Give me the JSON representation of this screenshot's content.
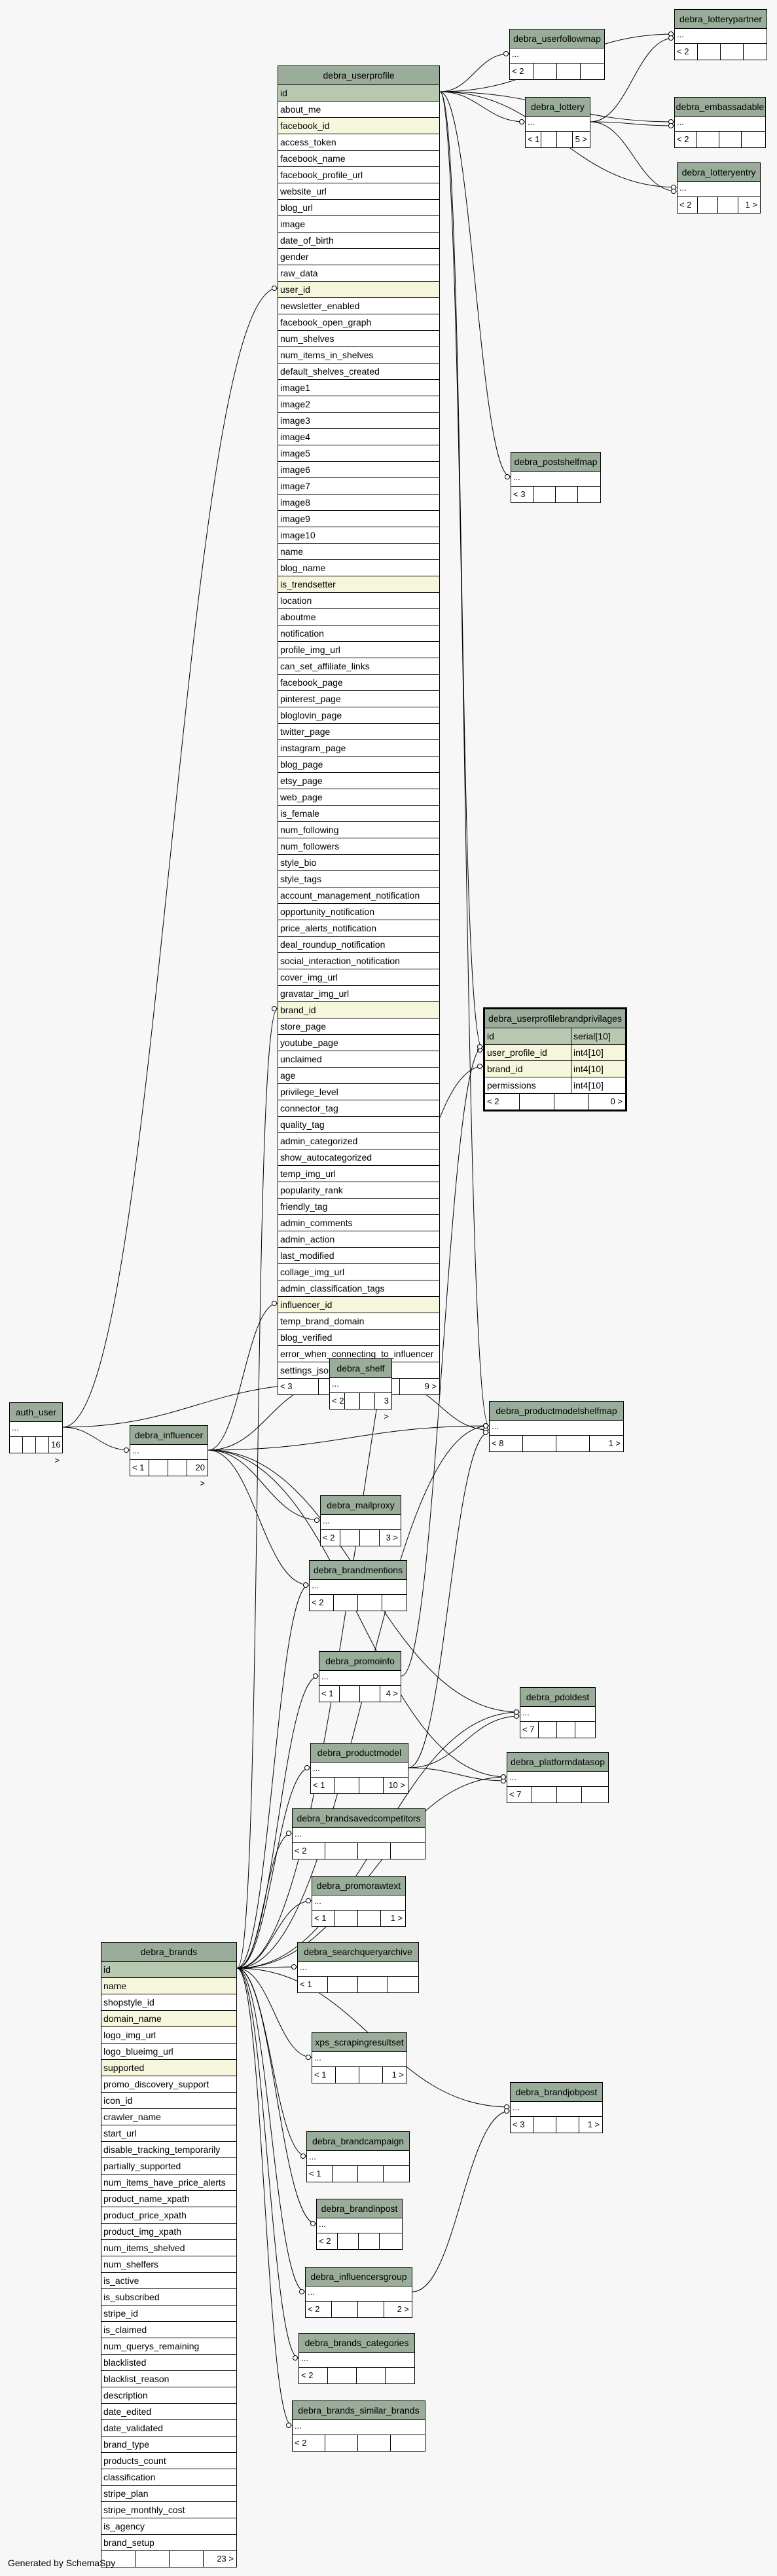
{
  "footer_credit": "Generated by SchemaSpy",
  "tables": {
    "debra_userprofile": {
      "name": "debra_userprofile",
      "columns": [
        "id",
        "about_me",
        "facebook_id",
        "access_token",
        "facebook_name",
        "facebook_profile_url",
        "website_url",
        "blog_url",
        "image",
        "date_of_birth",
        "gender",
        "raw_data",
        "user_id",
        "newsletter_enabled",
        "facebook_open_graph",
        "num_shelves",
        "num_items_in_shelves",
        "default_shelves_created",
        "image1",
        "image2",
        "image3",
        "image4",
        "image5",
        "image6",
        "image7",
        "image8",
        "image9",
        "image10",
        "name",
        "blog_name",
        "is_trendsetter",
        "location",
        "aboutme",
        "notification",
        "profile_img_url",
        "can_set_affiliate_links",
        "facebook_page",
        "pinterest_page",
        "bloglovin_page",
        "twitter_page",
        "instagram_page",
        "blog_page",
        "etsy_page",
        "web_page",
        "is_female",
        "num_following",
        "num_followers",
        "style_bio",
        "style_tags",
        "account_management_notification",
        "opportunity_notification",
        "price_alerts_notification",
        "deal_roundup_notification",
        "social_interaction_notification",
        "cover_img_url",
        "gravatar_img_url",
        "brand_id",
        "store_page",
        "youtube_page",
        "unclaimed",
        "age",
        "privilege_level",
        "connector_tag",
        "quality_tag",
        "admin_categorized",
        "show_autocategorized",
        "temp_img_url",
        "popularity_rank",
        "friendly_tag",
        "admin_comments",
        "admin_action",
        "last_modified",
        "collage_img_url",
        "admin_classification_tags",
        "influencer_id",
        "temp_brand_domain",
        "blog_verified",
        "error_when_connecting_to_influencer",
        "settings_json"
      ],
      "foot_left": "< 3",
      "foot_right": "9 >"
    },
    "debra_brands": {
      "name": "debra_brands",
      "columns": [
        "id",
        "name",
        "shopstyle_id",
        "domain_name",
        "logo_img_url",
        "logo_blueimg_url",
        "supported",
        "promo_discovery_support",
        "icon_id",
        "crawler_name",
        "start_url",
        "disable_tracking_temporarily",
        "partially_supported",
        "num_items_have_price_alerts",
        "product_name_xpath",
        "product_price_xpath",
        "product_img_xpath",
        "num_items_shelved",
        "num_shelfers",
        "is_active",
        "is_subscribed",
        "stripe_id",
        "is_claimed",
        "num_querys_remaining",
        "blacklisted",
        "blacklist_reason",
        "description",
        "date_edited",
        "date_validated",
        "brand_type",
        "products_count",
        "classification",
        "stripe_plan",
        "stripe_monthly_cost",
        "is_agency",
        "brand_setup"
      ],
      "foot_left": "",
      "foot_right": "23 >"
    },
    "debra_userprofilebrandprivilages": {
      "name": "debra_userprofilebrandprivilages",
      "rows": [
        [
          "id",
          "serial[10]"
        ],
        [
          "user_profile_id",
          "int4[10]"
        ],
        [
          "brand_id",
          "int4[10]"
        ],
        [
          "permissions",
          "int4[10]"
        ]
      ],
      "foot_left": "< 2",
      "foot_right": "0 >"
    },
    "auth_user": {
      "name": "auth_user",
      "dots": "...",
      "foot_left": "",
      "foot_right": "16 >"
    },
    "debra_influencer": {
      "name": "debra_influencer",
      "dots": "...",
      "foot_left": "< 1",
      "foot_right": "20 >"
    },
    "debra_shelf": {
      "name": "debra_shelf",
      "dots": "...",
      "foot_left": "< 2",
      "foot_right": "3 >"
    },
    "debra_productmodelshelfmap": {
      "name": "debra_productmodelshelfmap",
      "dots": "...",
      "foot_left": "< 8",
      "foot_right": "1 >"
    },
    "debra_mailproxy": {
      "name": "debra_mailproxy",
      "dots": "...",
      "foot_left": "< 2",
      "foot_right": "3 >"
    },
    "debra_brandmentions": {
      "name": "debra_brandmentions",
      "dots": "...",
      "foot_left": "< 2",
      "foot_right": ""
    },
    "debra_promoinfo": {
      "name": "debra_promoinfo",
      "dots": "...",
      "foot_left": "< 1",
      "foot_right": "4 >"
    },
    "debra_pdoldest": {
      "name": "debra_pdoldest",
      "dots": "...",
      "foot_left": "< 7",
      "foot_right": ""
    },
    "debra_productmodel": {
      "name": "debra_productmodel",
      "dots": "...",
      "foot_left": "< 1",
      "foot_right": "10 >"
    },
    "debra_platformdatasop": {
      "name": "debra_platformdatasop",
      "dots": "...",
      "foot_left": "< 7",
      "foot_right": ""
    },
    "debra_brandsavedcompetitors": {
      "name": "debra_brandsavedcompetitors",
      "dots": "...",
      "foot_left": "< 2",
      "foot_right": ""
    },
    "debra_promorawtext": {
      "name": "debra_promorawtext",
      "dots": "...",
      "foot_left": "< 1",
      "foot_right": "1 >"
    },
    "debra_searchqueryarchive": {
      "name": "debra_searchqueryarchive",
      "dots": "...",
      "foot_left": "< 1",
      "foot_right": ""
    },
    "xps_scrapingresultset": {
      "name": "xps_scrapingresultset",
      "dots": "...",
      "foot_left": "< 1",
      "foot_right": "1 >"
    },
    "debra_brandjobpost": {
      "name": "debra_brandjobpost",
      "dots": "...",
      "foot_left": "< 3",
      "foot_right": "1 >"
    },
    "debra_brandcampaign": {
      "name": "debra_brandcampaign",
      "dots": "...",
      "foot_left": "< 1",
      "foot_right": ""
    },
    "debra_brandinpost": {
      "name": "debra_brandinpost",
      "dots": "...",
      "foot_left": "< 2",
      "foot_right": ""
    },
    "debra_influencersgroup": {
      "name": "debra_influencersgroup",
      "dots": "...",
      "foot_left": "< 2",
      "foot_right": "2 >"
    },
    "debra_brands_categories": {
      "name": "debra_brands_categories",
      "dots": "...",
      "foot_left": "< 2",
      "foot_right": ""
    },
    "debra_brands_similar_brands": {
      "name": "debra_brands_similar_brands",
      "dots": "...",
      "foot_left": "< 2",
      "foot_right": ""
    },
    "debra_userfollowmap": {
      "name": "debra_userfollowmap",
      "dots": "...",
      "foot_left": "< 2",
      "foot_right": ""
    },
    "debra_lottery": {
      "name": "debra_lottery",
      "dots": "...",
      "foot_left": "< 1",
      "foot_right": "5 >"
    },
    "debra_lotterypartner": {
      "name": "debra_lotterypartner",
      "dots": "...",
      "foot_left": "< 2",
      "foot_right": ""
    },
    "debra_embassadable": {
      "name": "debra_embassadable",
      "dots": "...",
      "foot_left": "< 2",
      "foot_right": ""
    },
    "debra_lotteryentry": {
      "name": "debra_lotteryentry",
      "dots": "...",
      "foot_left": "< 2",
      "foot_right": "1 >"
    },
    "debra_postshelfmap": {
      "name": "debra_postshelfmap",
      "dots": "...",
      "foot_left": "< 3",
      "foot_right": ""
    }
  }
}
